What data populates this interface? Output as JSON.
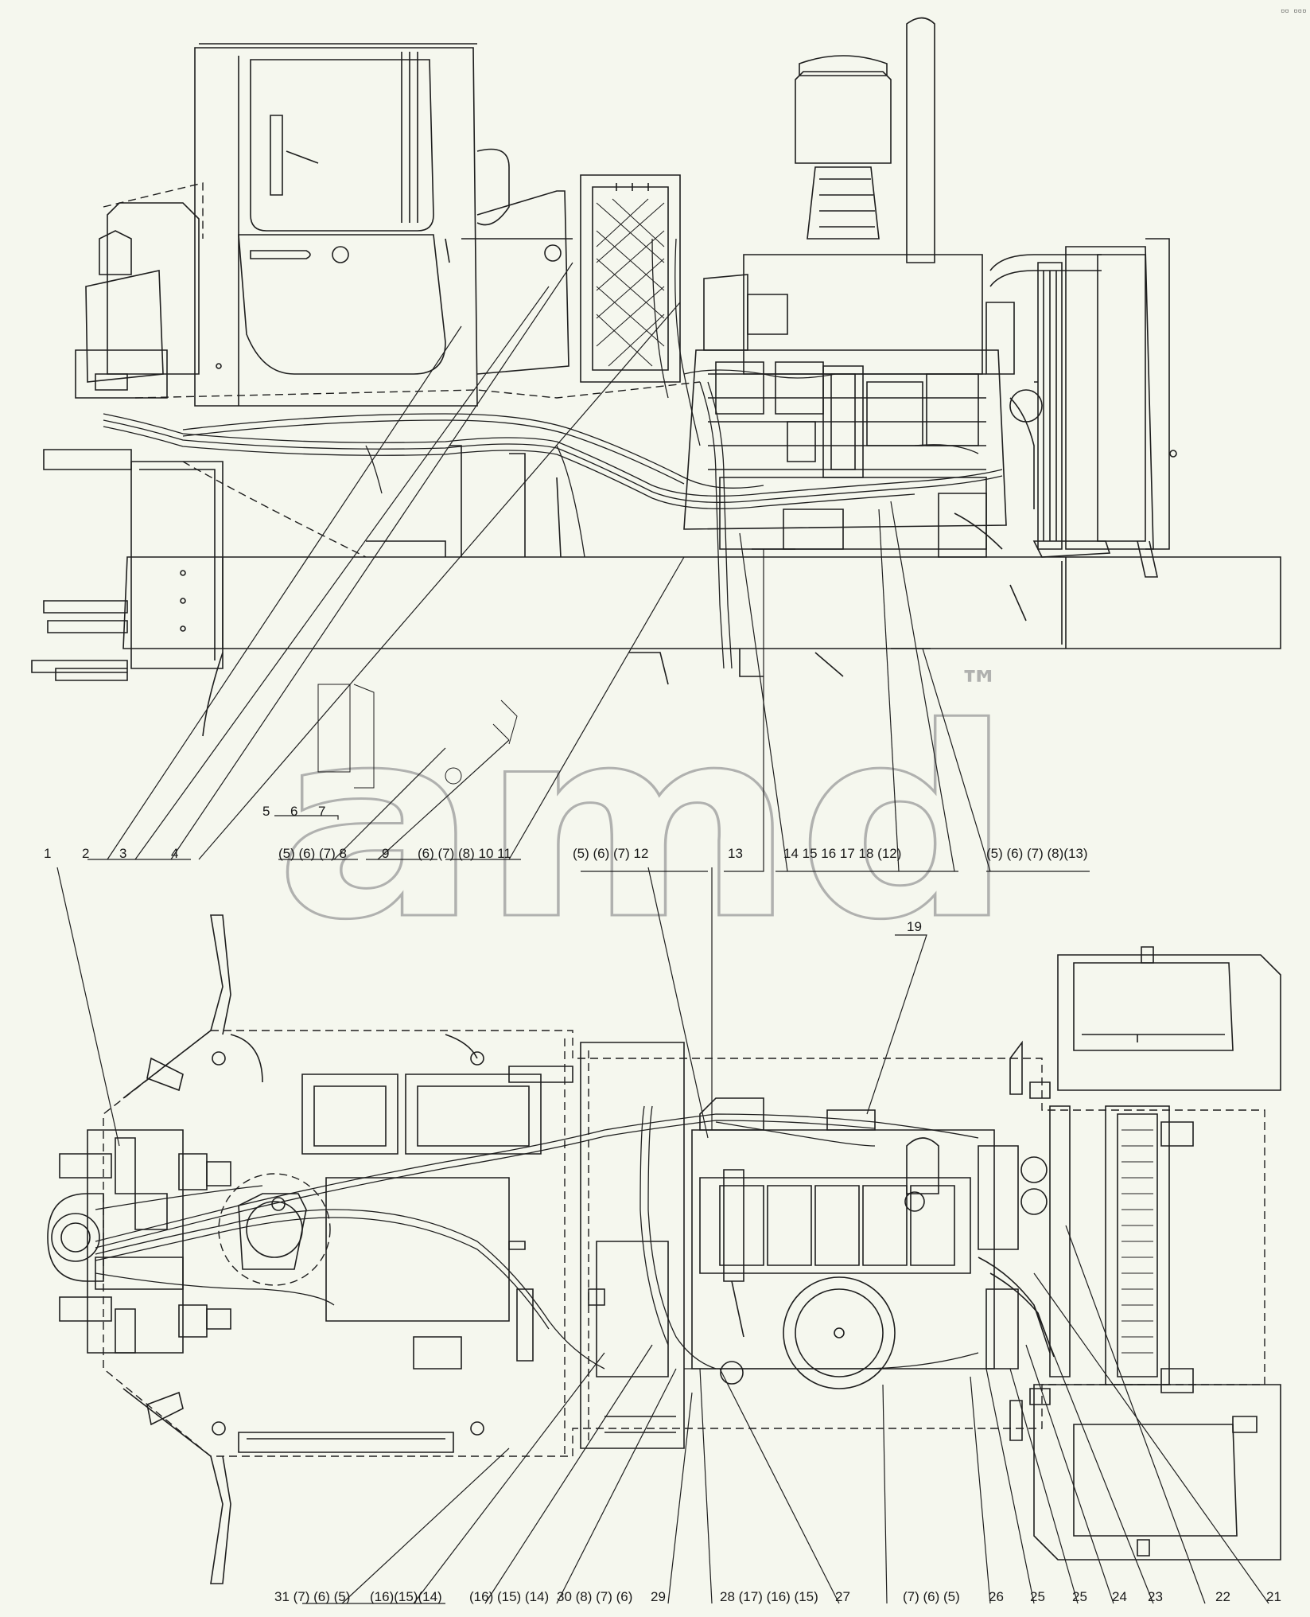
{
  "corner_mark": "▫▫ ▫▫▫",
  "watermark": {
    "text": "amd",
    "trademark": "™"
  },
  "top_labels": {
    "row_567": [
      "5",
      "6",
      "7"
    ],
    "l1": "1",
    "l2": "2",
    "l3": "3",
    "l4": "4",
    "l8": "(5) (6) (7) 8",
    "l9": "9",
    "l11": "(6) (7) (8) 10 11",
    "l12": "(5) (6) (7) 12",
    "l13": "13",
    "l18": "14 15 16 17 18 (12)",
    "l13b": "(5) (6) (7) (8)(13)"
  },
  "bottom_labels": {
    "l19": "19",
    "l31": "31 (7) (6) (5)",
    "l16a": "(16)(15)(14)",
    "l16b": "(16) (15) (14)",
    "l30": "30 (8) (7) (6)",
    "l29": "29",
    "l28": "28 (17) (16) (15)",
    "l27": "27",
    "l765": "(7) (6) (5)",
    "l26": "26",
    "l25a": "25",
    "l25b": "25",
    "l24": "24",
    "l23": "23",
    "l22": "22",
    "l21": "21"
  }
}
